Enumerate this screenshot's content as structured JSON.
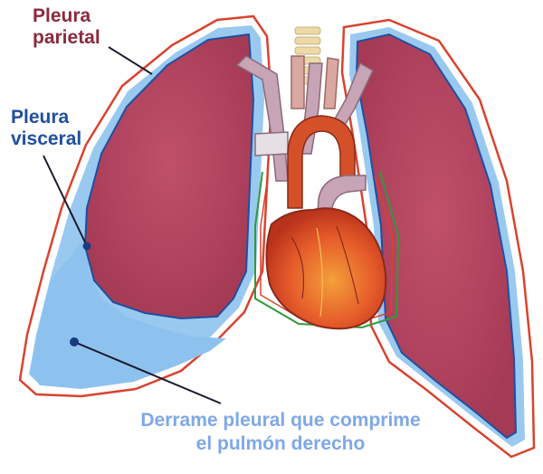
{
  "labels": {
    "parietal": "Pleura\nparietal",
    "visceral": "Pleura\nvisceral",
    "effusion": "Derrame pleural que comprime\nel pulmón derecho"
  },
  "colors": {
    "parietal_label": "#8a2a3c",
    "visceral_label": "#1f4fa0",
    "effusion_label": "#7fa8e8",
    "lung": "#b8465f",
    "pleural_fluid": "#8ec2ee",
    "parietal_line": "#d8432f",
    "heart": "#e0502a",
    "aorta": "#d45028",
    "vessels": "#c7a4b6",
    "spine": "#ecd9a6"
  }
}
